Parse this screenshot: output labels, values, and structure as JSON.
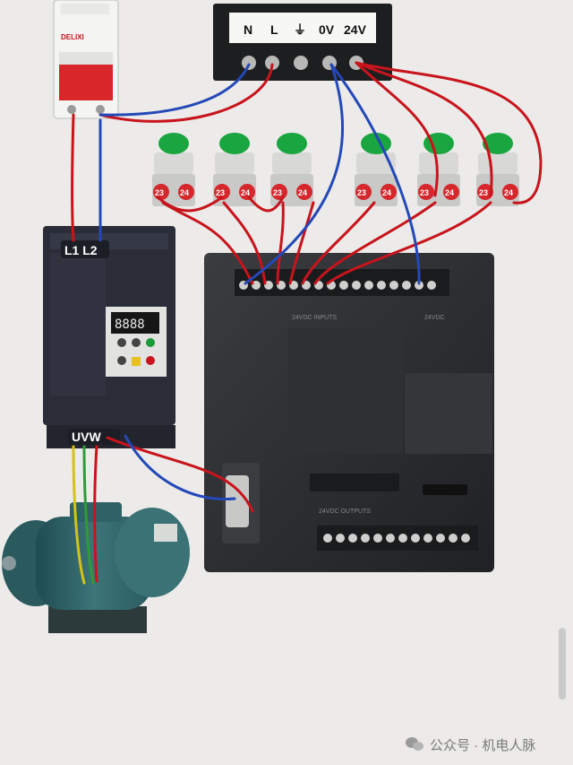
{
  "breaker": {
    "brand": "DELIXI"
  },
  "terminal_block": {
    "labels": [
      "N",
      "L",
      "⏚",
      "0V",
      "24V"
    ]
  },
  "buttons": {
    "count": 6,
    "contact_left": "23",
    "contact_right": "24"
  },
  "vfd": {
    "input_label": "L1 L2",
    "output_label": "UVW",
    "display": "8888"
  },
  "plc": {
    "input_header": "24VDC INPUTS",
    "output_header": "24VDC OUTPUTS",
    "voltage_label": "24VDC"
  },
  "watermark": {
    "text": "公众号 · 机电人脉"
  },
  "colors": {
    "red_wire": "#c8141c",
    "blue_wire": "#2448b8",
    "yellow_wire": "#d4c21a",
    "green_wire": "#2f9a3a",
    "device_dark": "#2a2c30",
    "button_green": "#19a53f",
    "contact_red": "#d5272c"
  }
}
